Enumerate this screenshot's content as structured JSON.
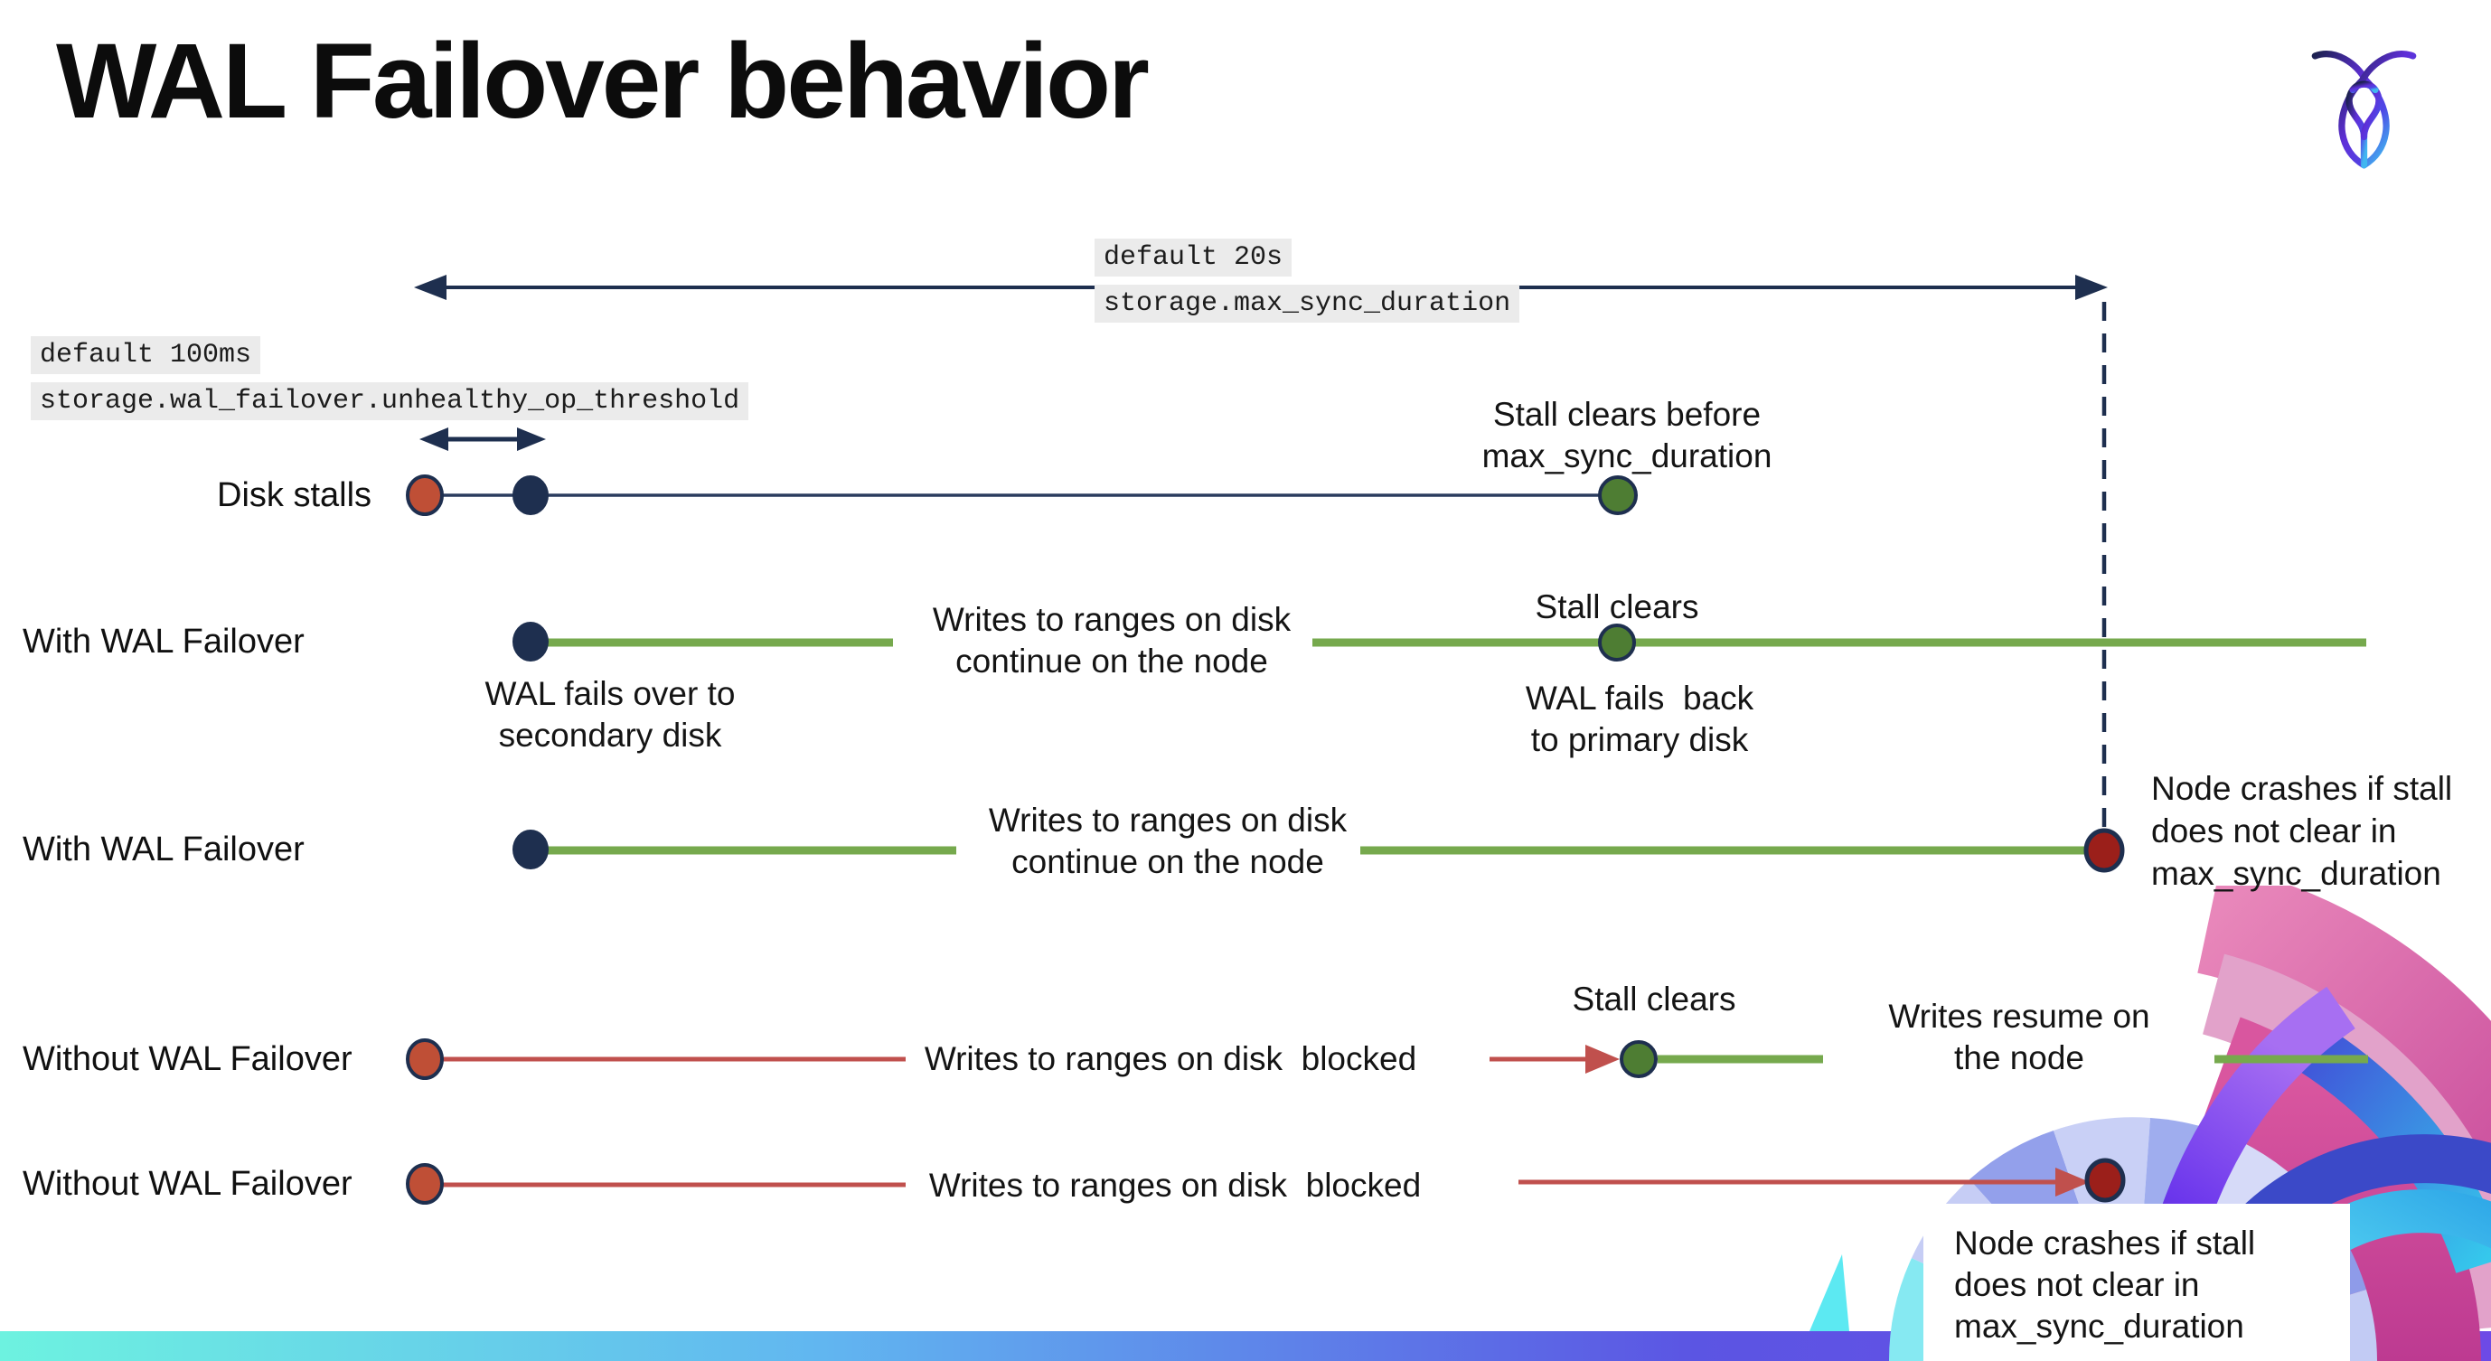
{
  "title": "WAL Failover behavior",
  "logo": "cockroachdb-logo",
  "callouts": {
    "max_sync": {
      "line1": "default 20s",
      "line2": "storage.max_sync_duration"
    },
    "op_threshold": {
      "line1": "default 100ms",
      "line2": "storage.wal_failover.unhealthy_op_threshold"
    }
  },
  "rows": {
    "disk_stalls": {
      "label": "Disk stalls",
      "stall_note": "Stall clears before\nmax_sync_duration"
    },
    "with_failover_1": {
      "label": "With WAL Failover",
      "failover_note": "WAL fails over to\nsecondary disk",
      "writes_note": "Writes to ranges on disk\ncontinue on the node",
      "stall_note": "Stall clears",
      "failback_note": "WAL fails  back\nto primary disk"
    },
    "with_failover_2": {
      "label": "With WAL Failover",
      "writes_note": "Writes to ranges on disk\ncontinue on the node",
      "crash_note": "Node crashes if stall\ndoes not clear in\nmax_sync_duration"
    },
    "without_failover_1": {
      "label": "Without WAL Failover",
      "writes_note": "Writes to ranges on disk  blocked",
      "stall_note": "Stall clears",
      "resume_note": "Writes resume on\nthe node"
    },
    "without_failover_2": {
      "label": "Without WAL Failover",
      "writes_note": "Writes to ranges on disk  blocked",
      "crash_note": "Node crashes if stall\ndoes not clear in\nmax_sync_duration"
    }
  },
  "colors": {
    "navy": "#1e2f4f",
    "green_line": "#76a94d",
    "green_dot": "#4e7d33",
    "red_line": "#c0504d",
    "red_dot": "#bf4f36",
    "crash_dot": "#9b1f1a",
    "code_bg": "#ebebeb",
    "footer_gradient": [
      "#6df2e0",
      "#61b6f0",
      "#5b55e3",
      "#6d4ae6"
    ]
  }
}
